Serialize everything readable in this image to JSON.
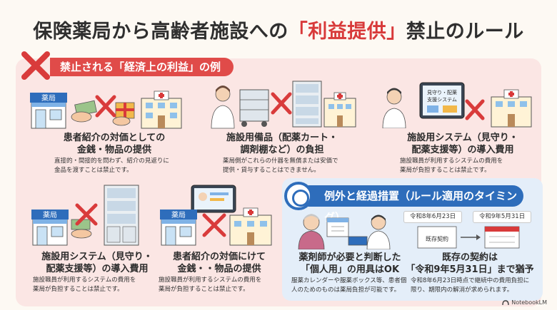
{
  "title": {
    "prefix": "保険薬局から高齢者施設への",
    "highlight": "「利益提供」",
    "suffix": "禁止のルール"
  },
  "prohibited_section": {
    "heading": "禁止される「経済上の利益」の例",
    "items": [
      {
        "title_line1": "患者紹介の対価としての",
        "title_line2": "金銭・物品の提供",
        "desc_line1": "直接的・間接的を問わず、紹介の見返りに",
        "desc_line2": "金品を渡すことは禁止です。",
        "pharmacy_sign": "薬局"
      },
      {
        "title_line1": "施設用備品（配薬カート・",
        "title_line2": "調剤棚など）の負担",
        "desc_line1": "薬局側がこれらの什器を無償または安価で",
        "desc_line2": "提供・貸与することはできません。"
      },
      {
        "title_line1": "施設用システム（見守り・",
        "title_line2": "配薬支援等）の導入費用",
        "desc_line1": "施設職員が利用するシステムの費用を",
        "desc_line2": "薬局が負担することは禁止です。",
        "screen_text_line1": "見守り・配薬",
        "screen_text_line2": "支援システム"
      },
      {
        "title_line1": "施設用システム（見守り・",
        "title_line2": "配薬支援等）の導入費用",
        "desc_line1": "施設職員が利用するシステムの費用を",
        "desc_line2": "薬局が負担することは禁止です。",
        "pharmacy_sign": "薬局"
      },
      {
        "title_line1": "患者紹介の対価にけて",
        "title_line2": "金銭・・物品の提供",
        "desc_line1": "施設職員が利用するシステムの費用を",
        "desc_line2": "薬局が負担することは禁止です。",
        "pharmacy_sign": "薬局"
      }
    ]
  },
  "exception_section": {
    "heading": "例外と経過措置（ルール適用のタイミング）",
    "left": {
      "title_line1": "薬剤師が必要と判断した",
      "title_line2": "「個人用」の用具はOK",
      "desc_line1": "服薬カレンダーや服薬ボックス等、患者個",
      "desc_line2": "人のためのものは薬局負担が可能です。"
    },
    "right": {
      "date1": "令和8年6月23日",
      "date2": "令和9年5月31日",
      "contract_label": "既存契約",
      "title_line1": "既存の契約は",
      "title_line2": "「令和9年5月31日」まで猶予",
      "desc_line1": "令和8年6月23日時点で継続中の費用負担に",
      "desc_line2": "限り、期限内の解消が求められます。"
    }
  },
  "footer": {
    "brand": "NotebookLM"
  },
  "colors": {
    "accent_red": "#e04b49",
    "accent_blue": "#2e6dbb",
    "pink_bg": "#fbe6e4",
    "blue_bg": "#e4eef9"
  }
}
